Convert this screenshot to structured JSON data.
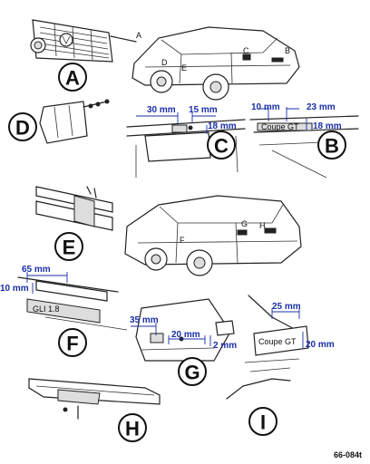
{
  "callouts": {
    "A": "A",
    "B": "B",
    "C": "C",
    "D": "D",
    "E": "E",
    "F": "F",
    "G": "G",
    "H": "H",
    "I": "I"
  },
  "car_labels": {
    "A": "A",
    "B": "B",
    "C": "C",
    "D": "D",
    "E": "E",
    "F": "F",
    "G": "G",
    "H": "H"
  },
  "dimensions": {
    "c_left": "30 mm",
    "c_right": "15 mm",
    "c_vert": "18 mm",
    "b_left": "10 mm",
    "b_right": "23 mm",
    "b_vert": "18 mm",
    "f_horiz": "65 mm",
    "f_vert": "10 mm",
    "g_left": "35 mm",
    "g_mid": "20 mm",
    "g_vert": "2 mm",
    "i_top": "25 mm",
    "i_vert": "20 mm"
  },
  "badges": {
    "trunk_b": "Coupe GT",
    "trunk_f": "GLI 1.8",
    "trunk_i": "Coupe GT"
  },
  "reference": "66-084t"
}
